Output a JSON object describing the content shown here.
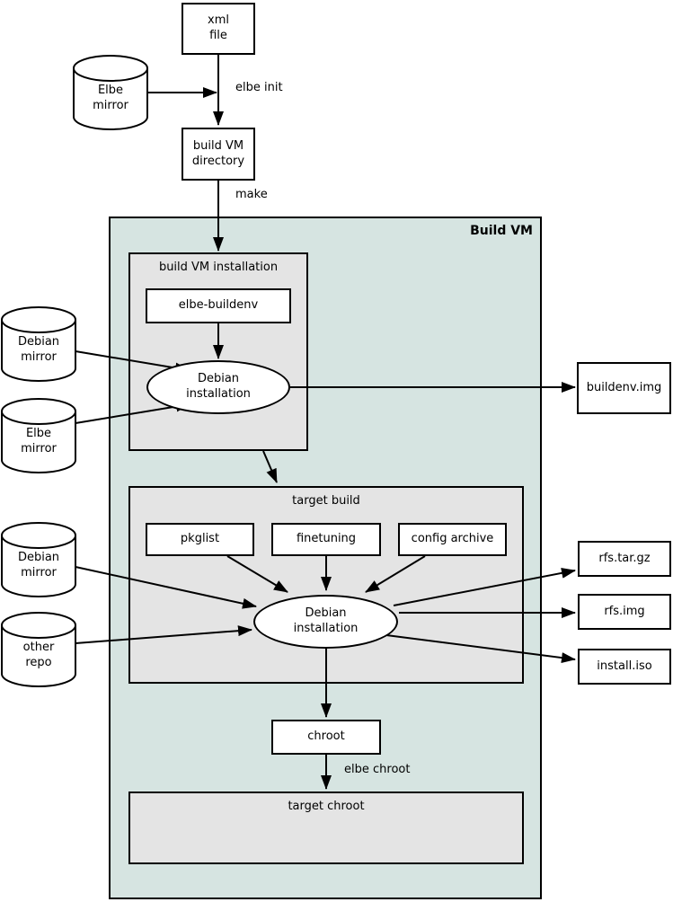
{
  "vm_label": "Build VM",
  "sections": {
    "build_vm_installation": "build VM installation",
    "target_build": "target build",
    "target_chroot": "target chroot"
  },
  "float_labels": {
    "elbe_init": "elbe init",
    "make": "make",
    "elbe_chroot": "elbe chroot"
  },
  "nodes": {
    "xml_file": {
      "line1": "xml",
      "line2": "file"
    },
    "elbe_mirror_top": {
      "line1": "Elbe",
      "line2": "mirror"
    },
    "build_vm_directory": {
      "line1": "build VM",
      "line2": "directory"
    },
    "elbe_buildenv": {
      "label": "elbe-buildenv"
    },
    "debian_mirror_1": {
      "line1": "Debian",
      "line2": "mirror"
    },
    "elbe_mirror_2": {
      "line1": "Elbe",
      "line2": "mirror"
    },
    "debian_installation_1": {
      "line1": "Debian",
      "line2": "installation"
    },
    "buildenv_img": {
      "label": "buildenv.img"
    },
    "pkglist": {
      "label": "pkglist"
    },
    "finetuning": {
      "label": "finetuning"
    },
    "config_archive": {
      "label": "config archive"
    },
    "debian_mirror_2": {
      "line1": "Debian",
      "line2": "mirror"
    },
    "other_repo": {
      "line1": "other",
      "line2": "repo"
    },
    "debian_installation_2": {
      "line1": "Debian",
      "line2": "installation"
    },
    "rfs_tar_gz": {
      "label": "rfs.tar.gz"
    },
    "rfs_img": {
      "label": "rfs.img"
    },
    "install_iso": {
      "label": "install.iso"
    },
    "chroot": {
      "label": "chroot"
    }
  },
  "colors": {
    "vm_background": "#d6e4e1",
    "section_background": "#e4e4e4",
    "node_background": "#ffffff",
    "line": "#000000"
  }
}
